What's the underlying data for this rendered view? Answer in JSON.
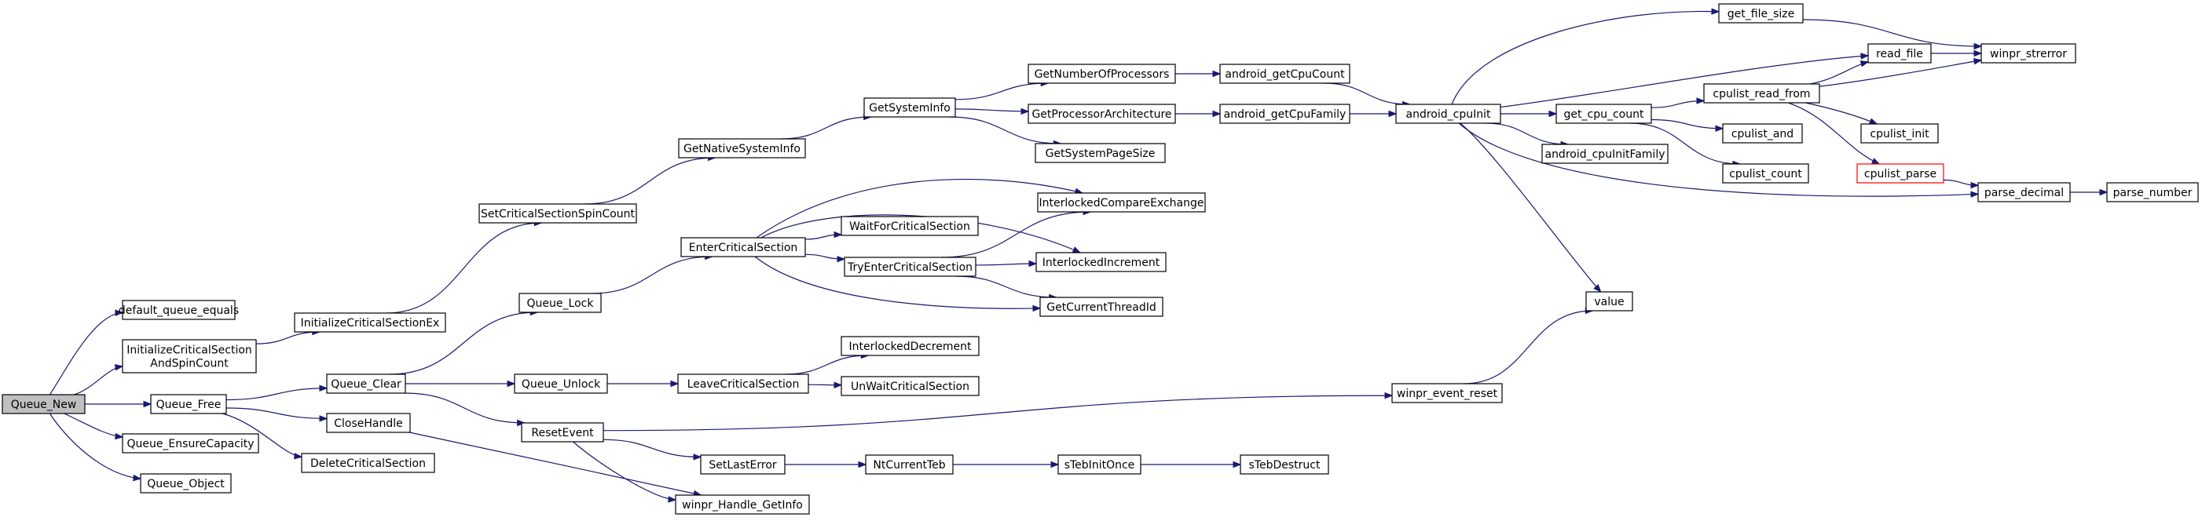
{
  "nodes": [
    {
      "id": "queue_new",
      "label": [
        "Queue_New"
      ],
      "root": true
    },
    {
      "id": "default_queue_equals",
      "label": [
        "default_queue_equals"
      ]
    },
    {
      "id": "init_cs_spin",
      "label": [
        "InitializeCriticalSection",
        "AndSpinCount"
      ]
    },
    {
      "id": "queue_free",
      "label": [
        "Queue_Free"
      ]
    },
    {
      "id": "queue_ensure_capacity",
      "label": [
        "Queue_EnsureCapacity"
      ]
    },
    {
      "id": "queue_object",
      "label": [
        "Queue_Object"
      ]
    },
    {
      "id": "init_cs_ex",
      "label": [
        "InitializeCriticalSectionEx"
      ]
    },
    {
      "id": "queue_clear",
      "label": [
        "Queue_Clear"
      ]
    },
    {
      "id": "close_handle",
      "label": [
        "CloseHandle"
      ]
    },
    {
      "id": "delete_cs",
      "label": [
        "DeleteCriticalSection"
      ]
    },
    {
      "id": "set_cs_spin",
      "label": [
        "SetCriticalSectionSpinCount"
      ]
    },
    {
      "id": "queue_lock",
      "label": [
        "Queue_Lock"
      ]
    },
    {
      "id": "queue_unlock",
      "label": [
        "Queue_Unlock"
      ]
    },
    {
      "id": "reset_event",
      "label": [
        "ResetEvent"
      ]
    },
    {
      "id": "winpr_handle_getinfo",
      "label": [
        "winpr_Handle_GetInfo"
      ]
    },
    {
      "id": "get_native_sysinfo",
      "label": [
        "GetNativeSystemInfo"
      ]
    },
    {
      "id": "enter_cs",
      "label": [
        "EnterCriticalSection"
      ]
    },
    {
      "id": "leave_cs",
      "label": [
        "LeaveCriticalSection"
      ]
    },
    {
      "id": "set_last_error",
      "label": [
        "SetLastError"
      ]
    },
    {
      "id": "get_sysinfo",
      "label": [
        "GetSystemInfo"
      ]
    },
    {
      "id": "wait_for_cs",
      "label": [
        "WaitForCriticalSection"
      ]
    },
    {
      "id": "try_enter_cs",
      "label": [
        "TryEnterCriticalSection"
      ]
    },
    {
      "id": "interlocked_decrement",
      "label": [
        "InterlockedDecrement"
      ]
    },
    {
      "id": "unwait_cs",
      "label": [
        "UnWaitCriticalSection"
      ]
    },
    {
      "id": "nt_current_teb",
      "label": [
        "NtCurrentTeb"
      ]
    },
    {
      "id": "get_num_processors",
      "label": [
        "GetNumberOfProcessors"
      ]
    },
    {
      "id": "get_processor_arch",
      "label": [
        "GetProcessorArchitecture"
      ]
    },
    {
      "id": "get_sys_page_size",
      "label": [
        "GetSystemPageSize"
      ]
    },
    {
      "id": "interlocked_cmpxchg",
      "label": [
        "InterlockedCompareExchange"
      ]
    },
    {
      "id": "interlocked_increment",
      "label": [
        "InterlockedIncrement"
      ]
    },
    {
      "id": "get_current_thread_id",
      "label": [
        "GetCurrentThreadId"
      ]
    },
    {
      "id": "steb_init_once",
      "label": [
        "sTebInitOnce"
      ]
    },
    {
      "id": "android_get_cpu_count",
      "label": [
        "android_getCpuCount"
      ]
    },
    {
      "id": "android_get_cpu_family",
      "label": [
        "android_getCpuFamily"
      ]
    },
    {
      "id": "steb_destruct",
      "label": [
        "sTebDestruct"
      ]
    },
    {
      "id": "android_cpu_init",
      "label": [
        "android_cpuInit"
      ]
    },
    {
      "id": "winpr_event_reset",
      "label": [
        "winpr_event_reset"
      ]
    },
    {
      "id": "get_file_size",
      "label": [
        "get_file_size"
      ]
    },
    {
      "id": "get_cpu_count",
      "label": [
        "get_cpu_count"
      ]
    },
    {
      "id": "android_cpu_init_family",
      "label": [
        "android_cpuInitFamily"
      ]
    },
    {
      "id": "value",
      "label": [
        "value"
      ]
    },
    {
      "id": "cpulist_read_from",
      "label": [
        "cpulist_read_from"
      ]
    },
    {
      "id": "cpulist_and",
      "label": [
        "cpulist_and"
      ]
    },
    {
      "id": "cpulist_count",
      "label": [
        "cpulist_count"
      ]
    },
    {
      "id": "read_file",
      "label": [
        "read_file"
      ]
    },
    {
      "id": "cpulist_init",
      "label": [
        "cpulist_init"
      ]
    },
    {
      "id": "cpulist_parse",
      "label": [
        "cpulist_parse"
      ],
      "red": true
    },
    {
      "id": "winpr_strerror",
      "label": [
        "winpr_strerror"
      ]
    },
    {
      "id": "parse_decimal",
      "label": [
        "parse_decimal"
      ]
    },
    {
      "id": "parse_number",
      "label": [
        "parse_number"
      ]
    }
  ],
  "edges": [
    [
      "queue_new",
      "default_queue_equals"
    ],
    [
      "queue_new",
      "init_cs_spin"
    ],
    [
      "queue_new",
      "queue_free"
    ],
    [
      "queue_new",
      "queue_ensure_capacity"
    ],
    [
      "queue_new",
      "queue_object"
    ],
    [
      "init_cs_spin",
      "init_cs_ex"
    ],
    [
      "init_cs_ex",
      "set_cs_spin"
    ],
    [
      "set_cs_spin",
      "get_native_sysinfo"
    ],
    [
      "get_native_sysinfo",
      "get_sysinfo"
    ],
    [
      "get_sysinfo",
      "get_num_processors"
    ],
    [
      "get_sysinfo",
      "get_processor_arch"
    ],
    [
      "get_sysinfo",
      "get_sys_page_size"
    ],
    [
      "get_num_processors",
      "android_get_cpu_count"
    ],
    [
      "get_processor_arch",
      "android_get_cpu_family"
    ],
    [
      "android_get_cpu_count",
      "android_cpu_init"
    ],
    [
      "android_get_cpu_family",
      "android_cpu_init"
    ],
    [
      "android_cpu_init",
      "get_file_size"
    ],
    [
      "android_cpu_init",
      "read_file"
    ],
    [
      "android_cpu_init",
      "get_cpu_count"
    ],
    [
      "android_cpu_init",
      "android_cpu_init_family"
    ],
    [
      "android_cpu_init",
      "parse_decimal"
    ],
    [
      "android_cpu_init",
      "value"
    ],
    [
      "get_file_size",
      "winpr_strerror"
    ],
    [
      "read_file",
      "winpr_strerror"
    ],
    [
      "get_cpu_count",
      "cpulist_read_from"
    ],
    [
      "get_cpu_count",
      "cpulist_and"
    ],
    [
      "get_cpu_count",
      "cpulist_count"
    ],
    [
      "cpulist_read_from",
      "read_file"
    ],
    [
      "cpulist_read_from",
      "winpr_strerror"
    ],
    [
      "cpulist_read_from",
      "cpulist_init"
    ],
    [
      "cpulist_read_from",
      "cpulist_parse"
    ],
    [
      "cpulist_parse",
      "parse_decimal"
    ],
    [
      "parse_decimal",
      "parse_number"
    ],
    [
      "queue_free",
      "queue_clear"
    ],
    [
      "queue_free",
      "close_handle"
    ],
    [
      "queue_free",
      "delete_cs"
    ],
    [
      "queue_clear",
      "queue_lock"
    ],
    [
      "queue_clear",
      "queue_unlock"
    ],
    [
      "queue_clear",
      "reset_event"
    ],
    [
      "queue_lock",
      "enter_cs"
    ],
    [
      "enter_cs",
      "interlocked_cmpxchg"
    ],
    [
      "enter_cs",
      "interlocked_increment"
    ],
    [
      "enter_cs",
      "wait_for_cs"
    ],
    [
      "enter_cs",
      "try_enter_cs"
    ],
    [
      "enter_cs",
      "get_current_thread_id"
    ],
    [
      "try_enter_cs",
      "interlocked_cmpxchg"
    ],
    [
      "try_enter_cs",
      "interlocked_increment"
    ],
    [
      "try_enter_cs",
      "get_current_thread_id"
    ],
    [
      "queue_unlock",
      "leave_cs"
    ],
    [
      "leave_cs",
      "interlocked_decrement"
    ],
    [
      "leave_cs",
      "unwait_cs"
    ],
    [
      "close_handle",
      "winpr_handle_getinfo"
    ],
    [
      "reset_event",
      "winpr_handle_getinfo"
    ],
    [
      "reset_event",
      "set_last_error"
    ],
    [
      "reset_event",
      "winpr_event_reset"
    ],
    [
      "winpr_event_reset",
      "value"
    ],
    [
      "set_last_error",
      "nt_current_teb"
    ],
    [
      "nt_current_teb",
      "steb_init_once"
    ],
    [
      "steb_init_once",
      "steb_destruct"
    ]
  ]
}
